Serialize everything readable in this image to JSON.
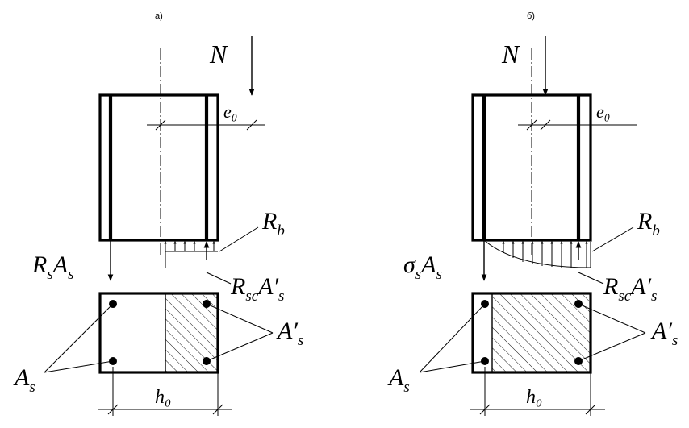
{
  "panels": [
    {
      "caption": "а)",
      "force": "N",
      "eccentricity": "e₀",
      "concrete_resistance": "R_b",
      "tension_force": "R_sA_s",
      "compression_force": "R_scA′_s",
      "tension_steel": "A_s",
      "compression_steel": "A′_s",
      "effective_depth": "h₀"
    },
    {
      "caption": "б)",
      "force": "N",
      "eccentricity": "e₀",
      "concrete_resistance": "R_b",
      "tension_force": "σ_sA_s",
      "compression_force": "R_scA′_s",
      "tension_steel": "A_s",
      "compression_steel": "A′_s",
      "effective_depth": "h₀"
    }
  ]
}
